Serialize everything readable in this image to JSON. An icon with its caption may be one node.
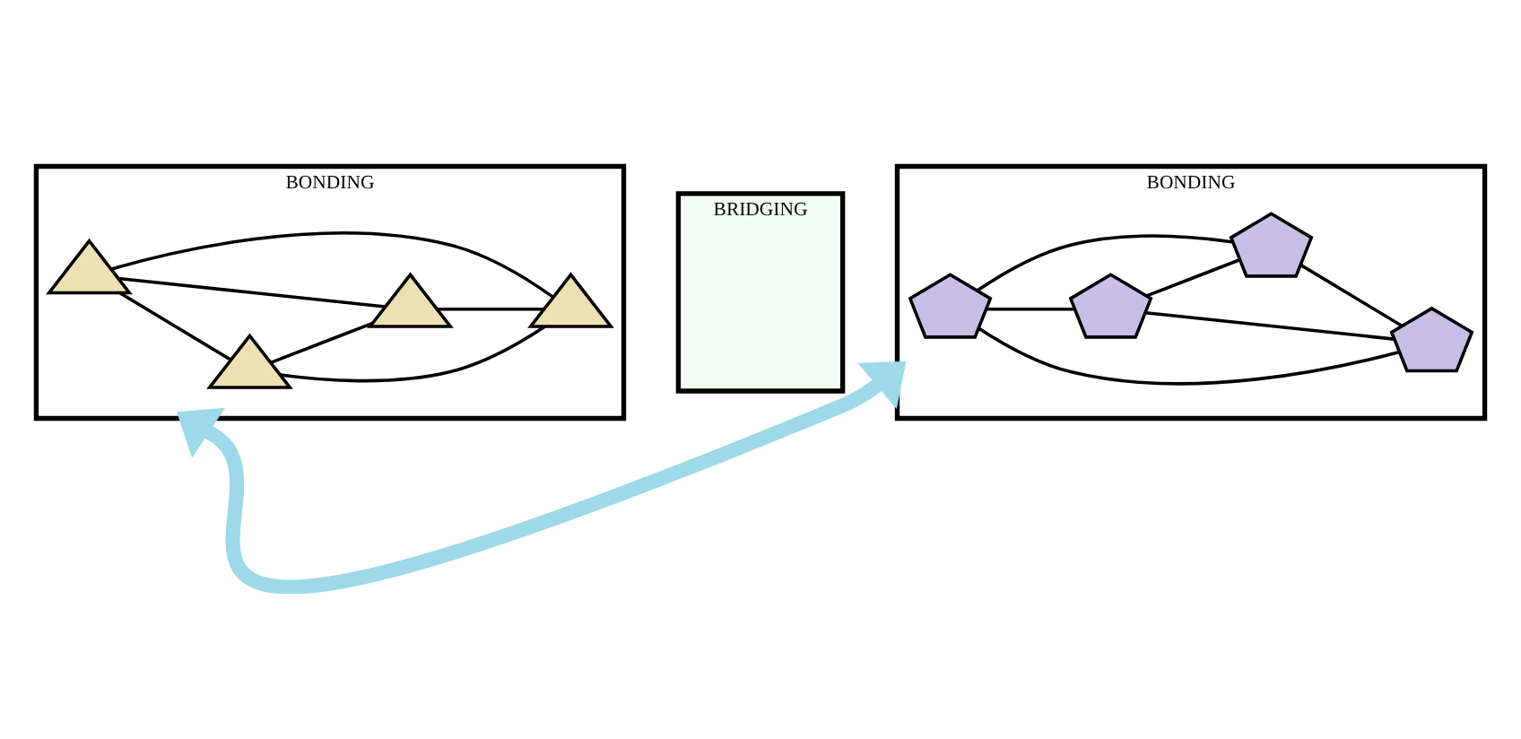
{
  "diagram": {
    "nodes": [
      {
        "text": [
          "BONDING"
        ]
      },
      {
        "text": [
          "BRIDGING"
        ]
      },
      {
        "text": [
          "BONDING"
        ]
      },
      {
        "text": [],
        "shape": "triangle",
        "in": 0
      },
      {
        "text": [],
        "shape": "triangle",
        "in": 0
      },
      {
        "text": [],
        "shape": "triangle",
        "in": 0
      },
      {
        "text": [],
        "shape": "triangle",
        "in": 0
      },
      {
        "text": [],
        "shape": "pentagon",
        "in": 2
      },
      {
        "text": [],
        "shape": "pentagon",
        "in": 2
      },
      {
        "text": [],
        "shape": "pentagon",
        "in": 2
      },
      {
        "text": [],
        "shape": "pentagon",
        "in": 2
      }
    ],
    "edges": [
      {
        "from": 3,
        "to": 4,
        "arrow": "none"
      },
      {
        "from": 3,
        "to": 5,
        "arrow": "none"
      },
      {
        "from": 3,
        "to": 6,
        "arrow": "none"
      },
      {
        "from": 4,
        "to": 5,
        "arrow": "none"
      },
      {
        "from": 4,
        "to": 6,
        "arrow": "none"
      },
      {
        "from": 5,
        "to": 6,
        "arrow": "none"
      },
      {
        "from": 7,
        "to": 8,
        "arrow": "none"
      },
      {
        "from": 7,
        "to": 10,
        "arrow": "none"
      },
      {
        "from": 7,
        "to": 9,
        "arrow": "none"
      },
      {
        "from": 8,
        "to": 9,
        "arrow": "none"
      },
      {
        "from": 8,
        "to": 10,
        "arrow": "none"
      },
      {
        "from": 10,
        "to": 9,
        "arrow": "none"
      },
      {
        "from": 0,
        "to": 2,
        "arrow": "both",
        "style": "thick",
        "color": "#9dd9e8"
      }
    ]
  }
}
